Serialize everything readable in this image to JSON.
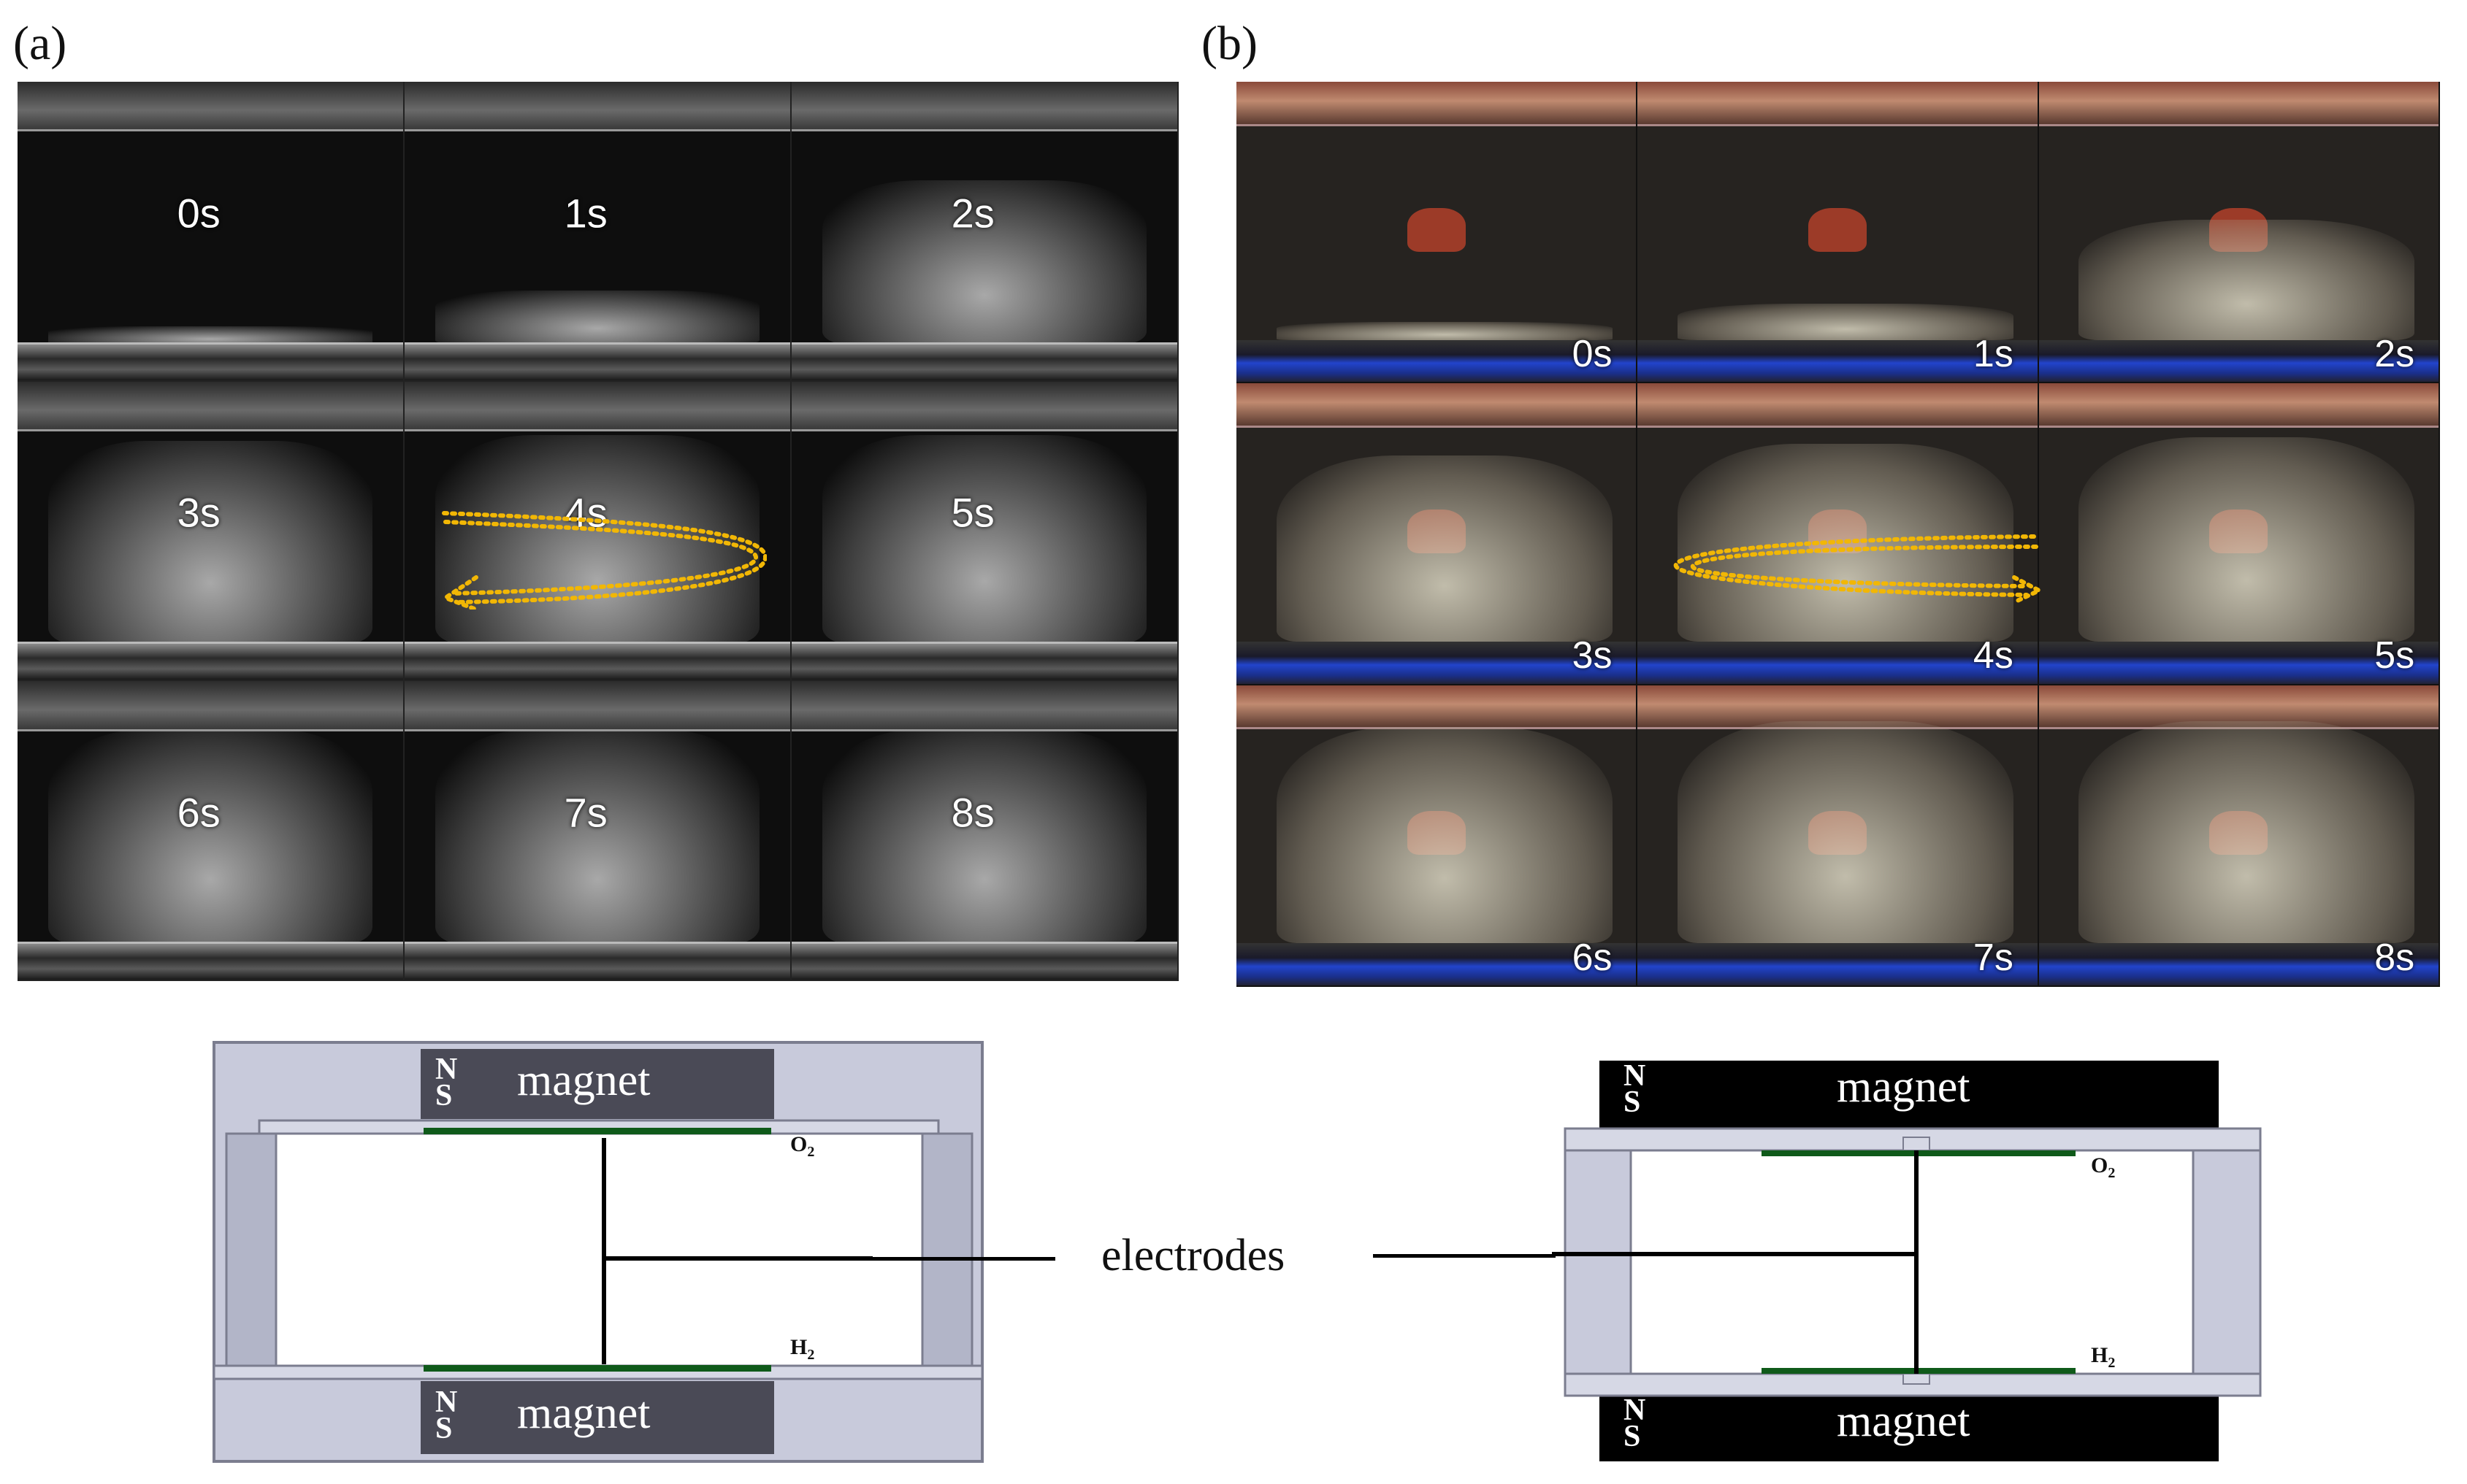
{
  "panels": {
    "a": {
      "label": "(a)",
      "times": [
        "0s",
        "1s",
        "2s",
        "3s",
        "4s",
        "5s",
        "6s",
        "7s",
        "8s"
      ]
    },
    "b": {
      "label": "(b)",
      "times": [
        "0s",
        "1s",
        "2s",
        "3s",
        "4s",
        "5s",
        "6s",
        "7s",
        "8s"
      ]
    }
  },
  "diagram": {
    "magnet_label": "magnet",
    "ns_label": "N\nS",
    "ns_n": "N",
    "ns_s": "S",
    "o2_label": "O",
    "h2_label": "H",
    "subscript": "2",
    "electrodes_label": "electrodes"
  },
  "colors": {
    "arrow": "#f2b705",
    "electrode_green": "#0f5a1a",
    "magnet_grey": "#4a4a56",
    "magnet_black": "#000000",
    "frame_grey": "#c8cadb"
  }
}
